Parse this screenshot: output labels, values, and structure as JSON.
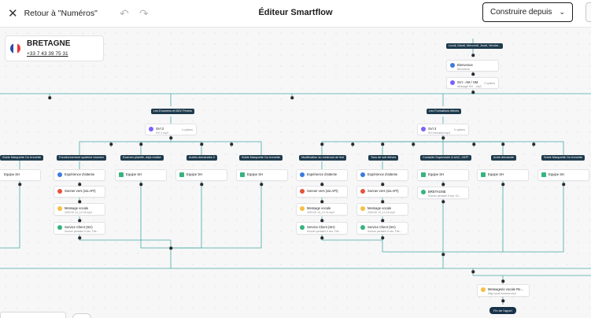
{
  "header": {
    "back_label": "Retour à \"Numéros\"",
    "title": "Éditeur Smartflow",
    "build_button": "Construire depuis"
  },
  "icons": {
    "close": "close-icon",
    "undo": "undo-icon",
    "redo": "redo-icon",
    "chevron": "chevron-down-icon",
    "flag": "flag-france-icon"
  },
  "info_card": {
    "region": "BRETAGNE",
    "phone": "+33 7 43 39 75 31"
  },
  "colors": {
    "accent": "#17324a",
    "purple": "#7b61ff",
    "blue": "#3a7be0",
    "red": "#e5533d",
    "yellow": "#f5c043",
    "green": "#37b37e"
  },
  "top_flow": {
    "schedule_pill": "Lundi, Mardi, Mercredi, Jeudi, Vendre...",
    "welcome_title": "Bienvenue",
    "welcome_sub": "Bienvenue",
    "svi_title": "SVI - AM / SM",
    "svi_sub": "Message SVI ...mp3",
    "svi_opts": "2 options"
  },
  "branches": {
    "left_pill": "Les Examens et BDV Permis",
    "right_pill": "Les Formations élèves",
    "svi2_title": "SVI 2",
    "svi2_sub": "SVI 2.mp3",
    "svi2_opts": "4 options",
    "svi3_title": "SVI 3",
    "svi3_sub": "SVI formation.mp3",
    "svi3_opts": "6 options"
  },
  "category_pills": [
    "Solde Marquette Ou Irrecette",
    "Fonctionnement système examen",
    "Examen planifié, déjà réalisé",
    "Autres demandes 2",
    "Solde Marquette Ou Irrecette",
    "Modification du minimum de fixé",
    "Tous de soit élèves",
    "Conduite Supervisée & AAC, 2ATF",
    "Autre demande",
    "Solde Marquette Ou Irrecette"
  ],
  "node_labels": {
    "team": "Equipe SH",
    "experience": "Expérience d'attente",
    "ring": "Sonner vers (via API)",
    "voicemail": "Message vocale",
    "voicemail_sub": "2020.00 14_13 14.mp3",
    "service": "Service Client (SH)",
    "service_sub": "Sonner pendant 5 sec. File...",
    "bretagne": "BRETAGNE",
    "bretagne_sub": "Sonner pendant 5 sec. Ex...",
    "final_voicemail": "Messagerie vocale Re...",
    "final_voicemail_sub": "Msg vocal bureaux.mp3",
    "end_call": "Fin de l'appel"
  }
}
